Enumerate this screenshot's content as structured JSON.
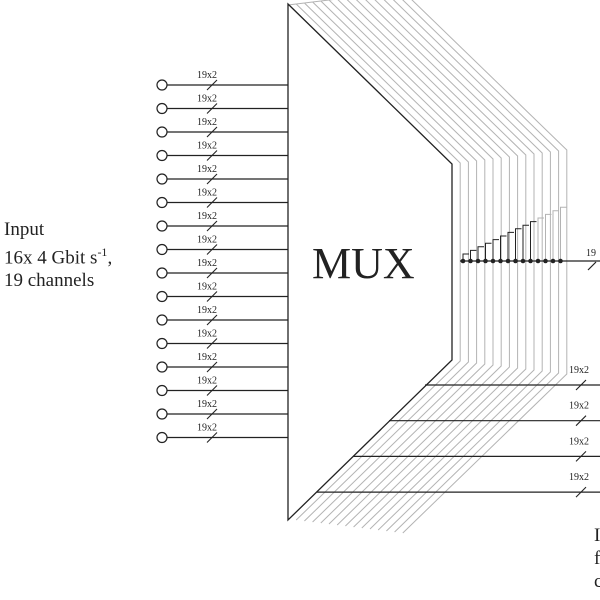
{
  "mux_label": "MUX",
  "input_label": {
    "line1": "Input",
    "line2_main": "16x 4 Gbit s",
    "line2_sup": "-1",
    "line2_end": ",",
    "line3": "19 channels"
  },
  "bus_label": "19x2",
  "input_port_count": 16,
  "output_bus_label_partial": "19",
  "output_buses": [
    {
      "label": "19x2"
    },
    {
      "label": "19x2"
    },
    {
      "label": "19x2"
    },
    {
      "label": "19x2"
    }
  ],
  "output_label_fragments": [
    "I",
    "f",
    "c"
  ],
  "colors": {
    "ink": "#222222",
    "layer_grey": "#b3b3b3"
  }
}
